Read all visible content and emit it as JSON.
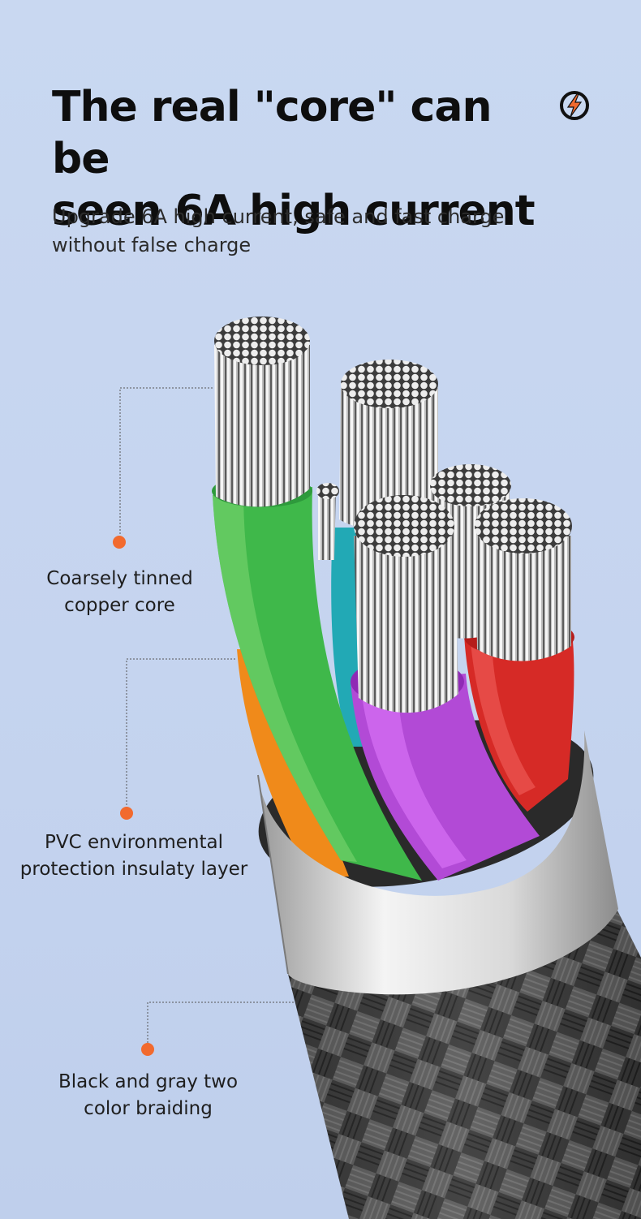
{
  "header": {
    "title_line1": "The real \"core\" can be",
    "title_line2": "seen 6A high current",
    "subtitle_line1": "Upgrade 6A high current, safe and fast charge",
    "subtitle_line2": "without false charge",
    "badge_icon": "lightning-bolt-icon"
  },
  "callouts": [
    {
      "line1": "Coarsely tinned",
      "line2": "copper core"
    },
    {
      "line1": "PVC environmental",
      "line2": "protection insulaty layer"
    },
    {
      "line1": "Black and gray two",
      "line2": "color braiding"
    }
  ],
  "colors": {
    "accent": "#f26a2e",
    "wire_green": "#3fb84a",
    "wire_teal": "#22a9b5",
    "wire_purple": "#b24ad6",
    "wire_red": "#d62a26",
    "wire_orange": "#f08a1a",
    "leader_line": "#555555"
  }
}
